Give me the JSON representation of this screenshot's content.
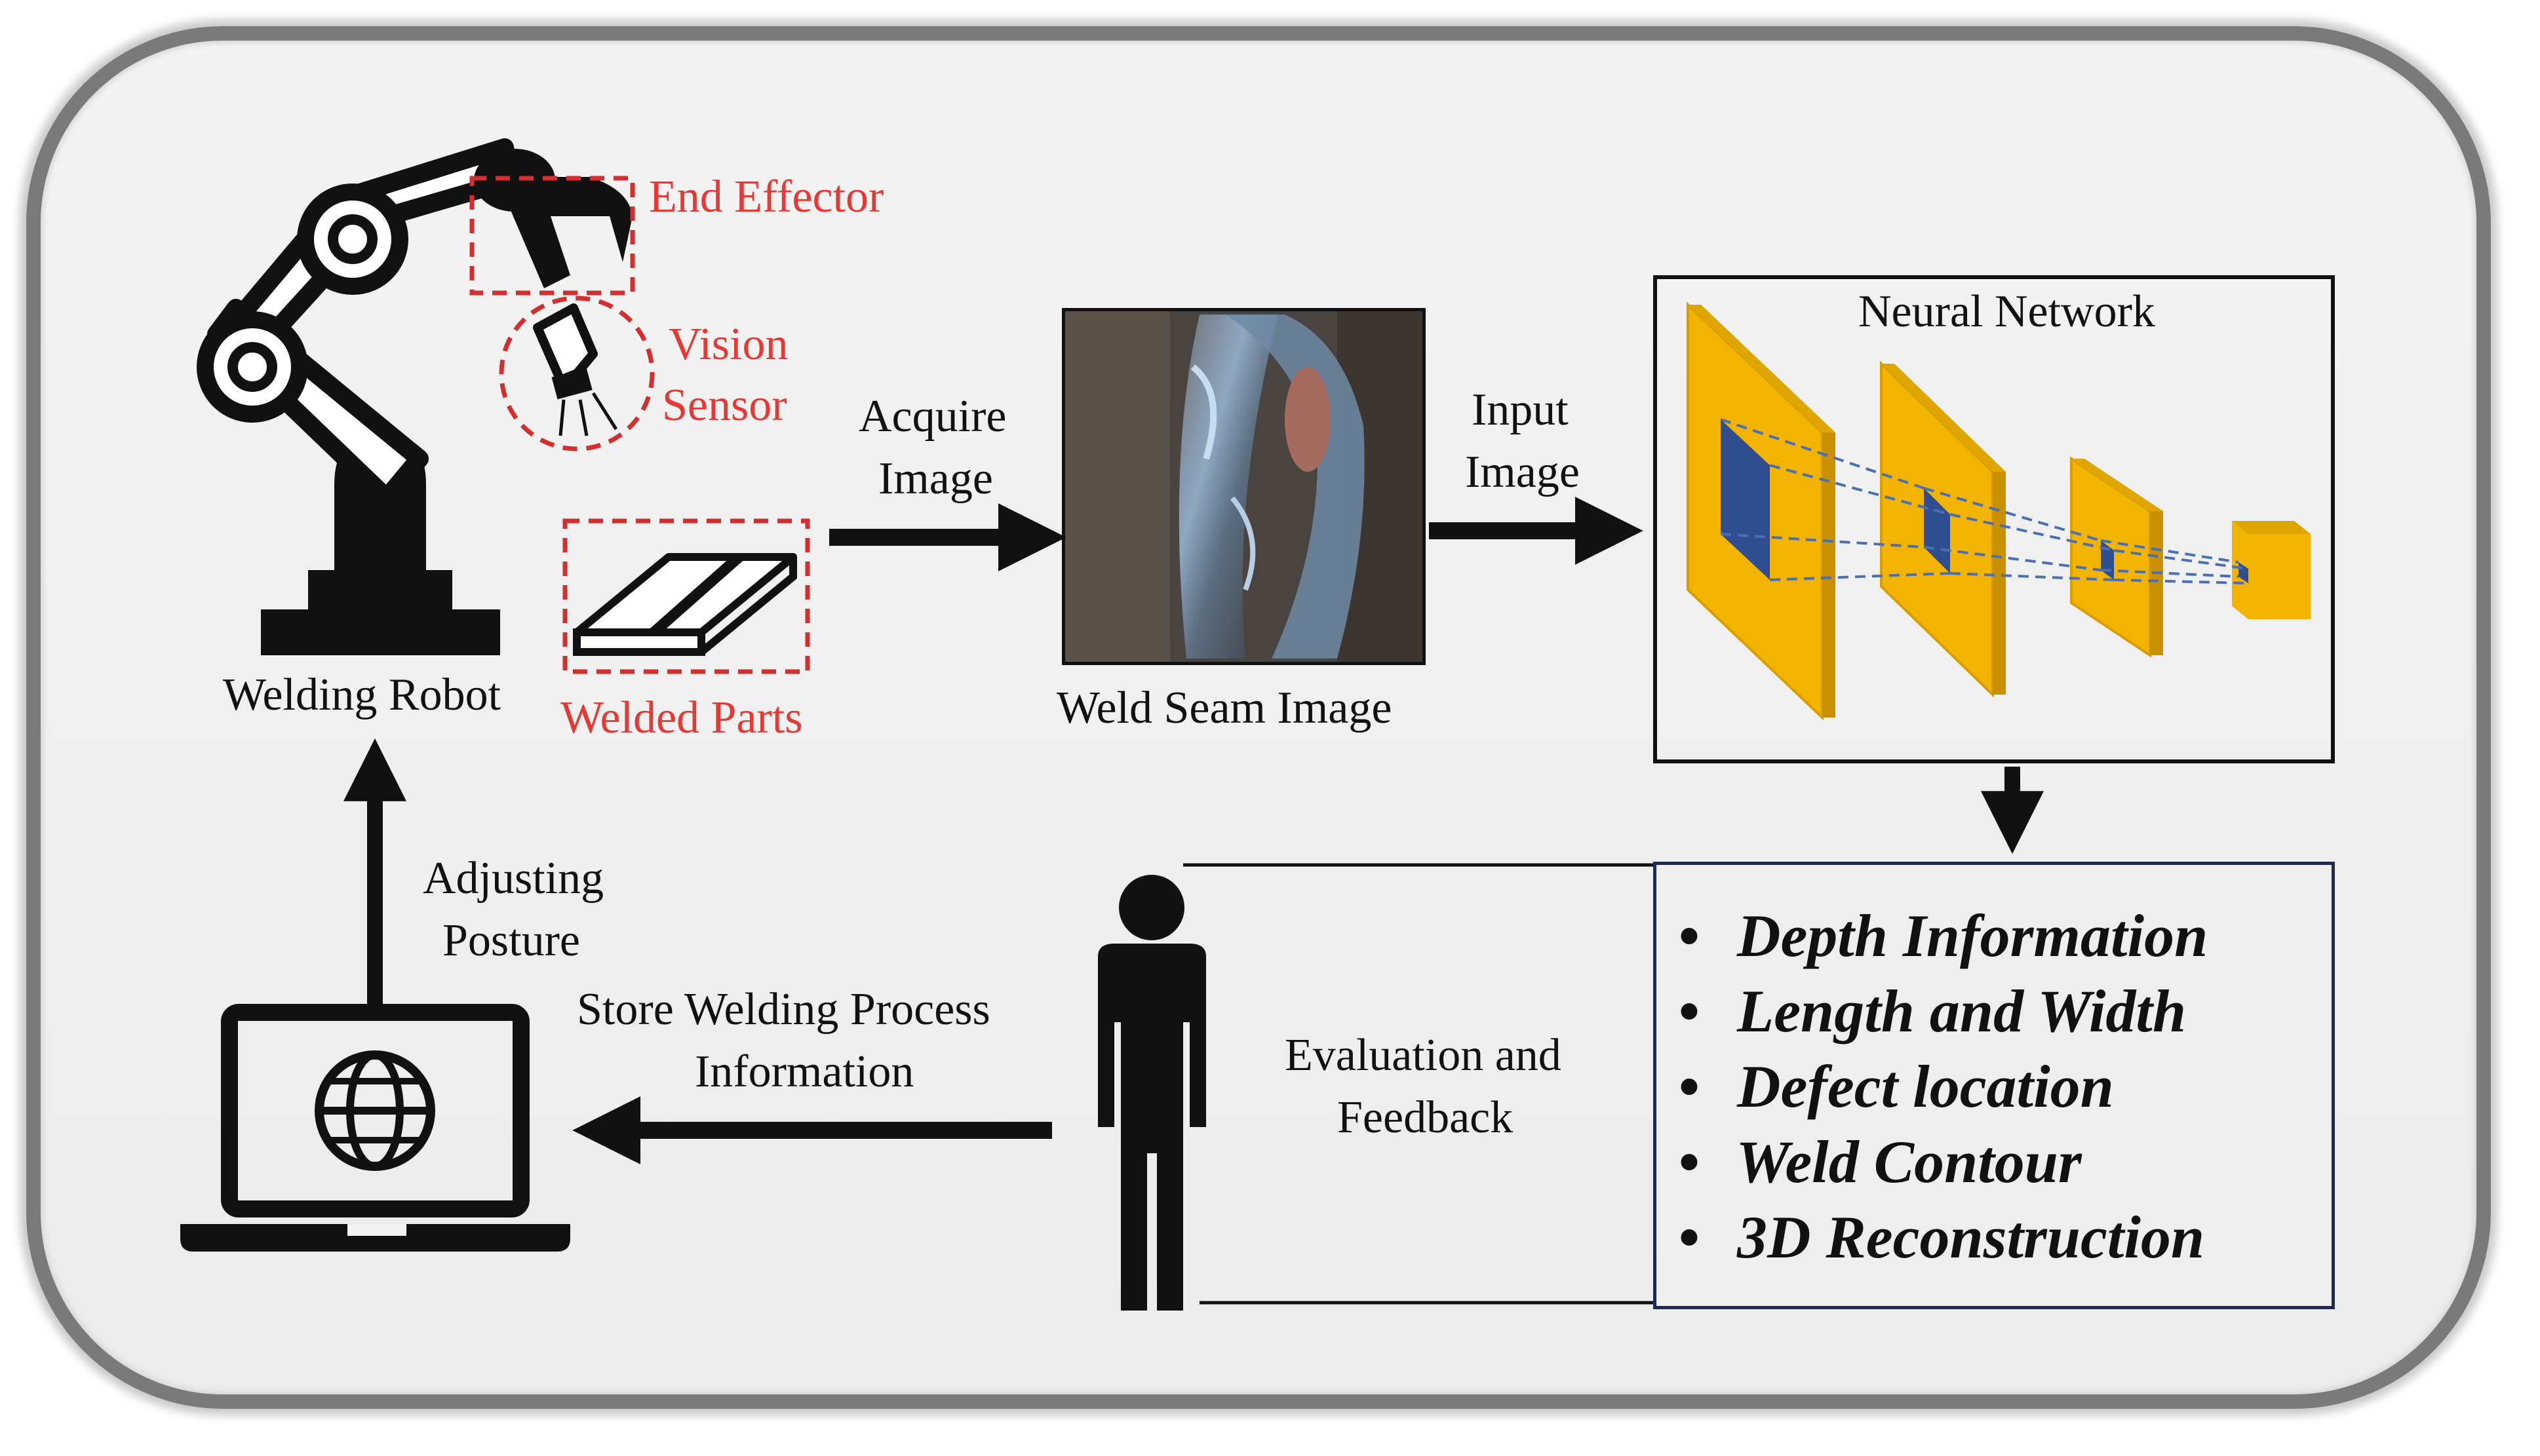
{
  "labels": {
    "end_effector": "End Effector",
    "vision_sensor_1": "Vision",
    "vision_sensor_2": "Sensor",
    "acquire_1": "Acquire",
    "acquire_2": "Image",
    "input_1": "Input",
    "input_2": "Image",
    "welding_robot": "Welding Robot",
    "welded_parts": "Welded Parts",
    "weld_seam_image": "Weld Seam Image",
    "neural_network": "Neural  Network",
    "adjusting_1": "Adjusting",
    "adjusting_2": "Posture",
    "store_1": "Store Welding  Process",
    "store_2": "Information",
    "evaluation_1": "Evaluation  and",
    "evaluation_2": "Feedback"
  },
  "results": [
    "Depth Information",
    "Length  and Width",
    "Defect location",
    "Weld Contour",
    "3D Reconstruction"
  ],
  "bullet": "•",
  "colors": {
    "highlight": "#e53935",
    "layer": "#f2b400",
    "kernel": "#2f4e8f",
    "arrow": "#111111"
  },
  "icons": [
    "robot-arm-icon",
    "camera-icon",
    "welded-plate-icon",
    "person-icon",
    "laptop-icon",
    "globe-icon"
  ]
}
